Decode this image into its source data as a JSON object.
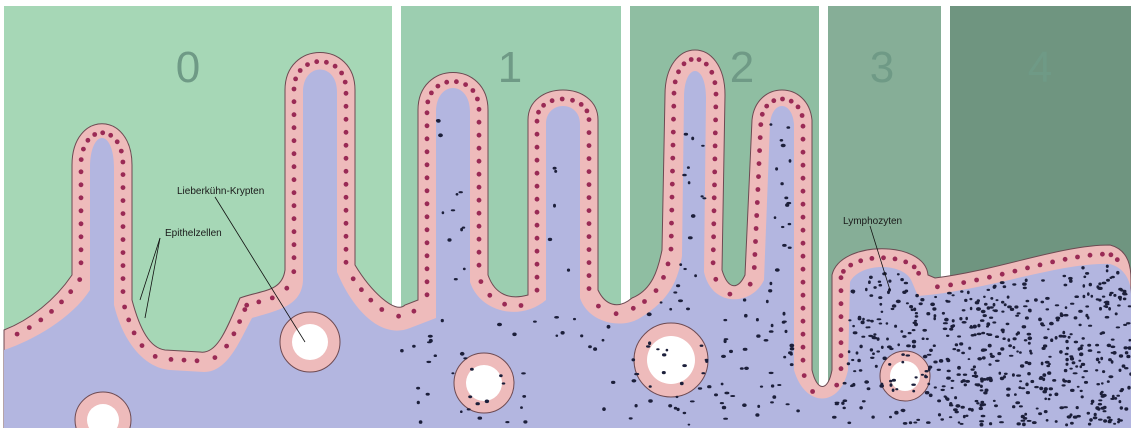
{
  "stages": [
    {
      "label": "0",
      "color": "#a6d7b6"
    },
    {
      "label": "1",
      "color": "#9cceb0"
    },
    {
      "label": "2",
      "color": "#8fbea2"
    },
    {
      "label": "3",
      "color": "#86ae97"
    },
    {
      "label": "4",
      "color": "#6f9580"
    }
  ],
  "labels": {
    "crypt": "Lieberkühn-Krypten",
    "epithelium": "Epithelzellen",
    "lymphocytes": "Lymphozyten"
  },
  "colors": {
    "lamina": "#b3b6e0",
    "epithelium": "#eebbbb",
    "nucleus": "#9a2a55",
    "lymphocyte": "#1c1f3a"
  }
}
